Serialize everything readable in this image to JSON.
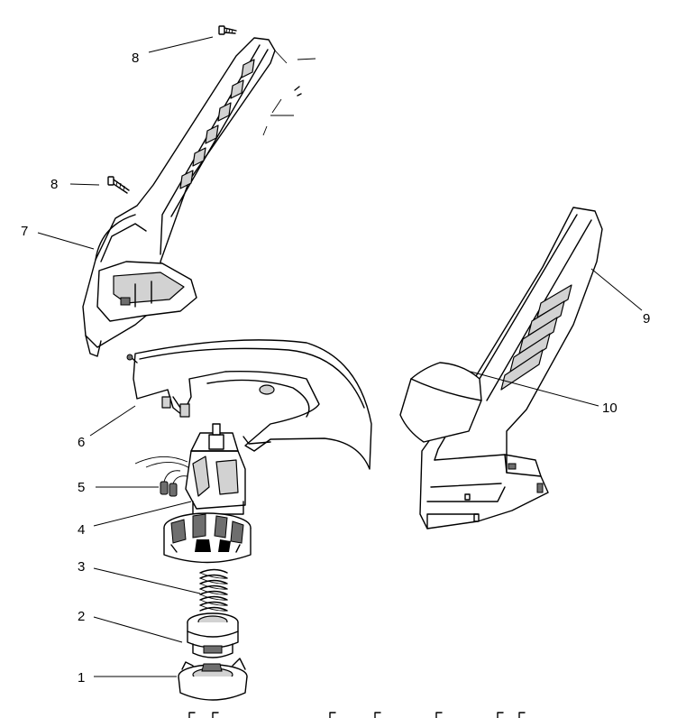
{
  "callouts": {
    "c1": "1",
    "c2": "2",
    "c3": "3",
    "c4": "4",
    "c5": "5",
    "c6": "6",
    "c7": "7",
    "c8a": "8",
    "c8b": "8",
    "c9": "9",
    "c10": "10"
  }
}
